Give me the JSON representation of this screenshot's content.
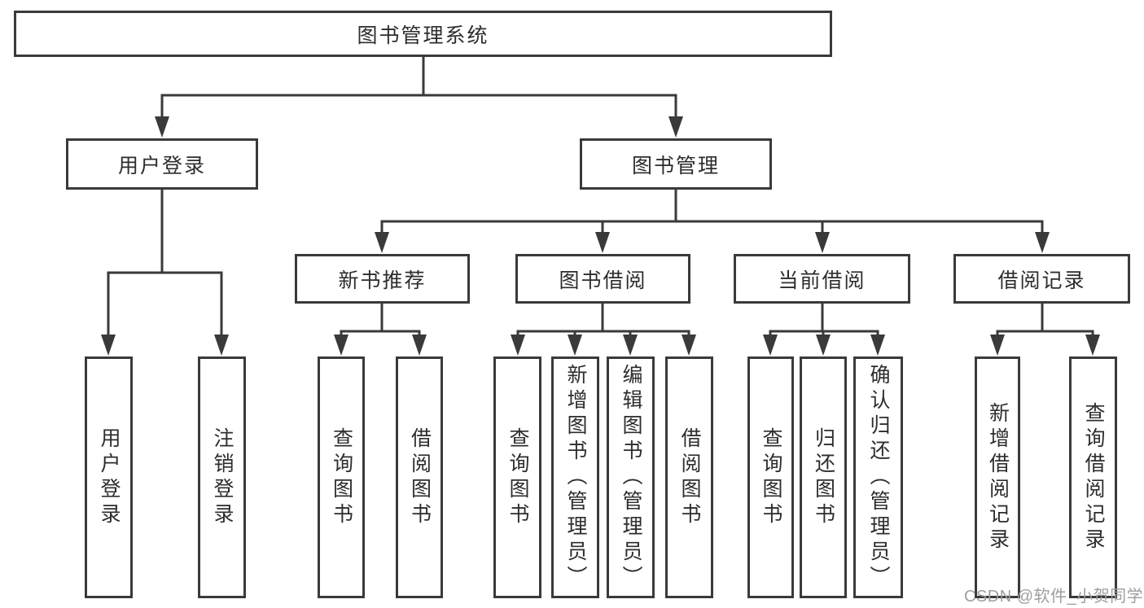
{
  "tree": {
    "root": {
      "label": "图书管理系统"
    },
    "level1": [
      {
        "label": "用户登录"
      },
      {
        "label": "图书管理"
      }
    ],
    "level2": [
      {
        "label": "新书推荐"
      },
      {
        "label": "图书借阅"
      },
      {
        "label": "当前借阅"
      },
      {
        "label": "借阅记录"
      }
    ],
    "leaves": {
      "user_login": [
        {
          "label": "用户登录"
        },
        {
          "label": "注销登录"
        }
      ],
      "new_book_recommend": [
        {
          "label": "查询图书"
        },
        {
          "label": "借阅图书"
        }
      ],
      "book_borrow": [
        {
          "label": "查询图书"
        },
        {
          "label": "新增图书（管理员）"
        },
        {
          "label": "编辑图书（管理员）"
        },
        {
          "label": "借阅图书"
        }
      ],
      "current_borrow": [
        {
          "label": "查询图书"
        },
        {
          "label": "归还图书"
        },
        {
          "label": "确认归还（管理员）"
        }
      ],
      "borrow_records": [
        {
          "label": "新增借阅记录"
        },
        {
          "label": "查询借阅记录"
        }
      ]
    }
  },
  "watermark": {
    "text": "CSDN @软件_小贺同学"
  },
  "colors": {
    "line": "#3a3a3a",
    "box_border": "#3a3a3a",
    "text": "#2d2d2d",
    "watermark": "#9e9e9e",
    "background": "#ffffff"
  }
}
